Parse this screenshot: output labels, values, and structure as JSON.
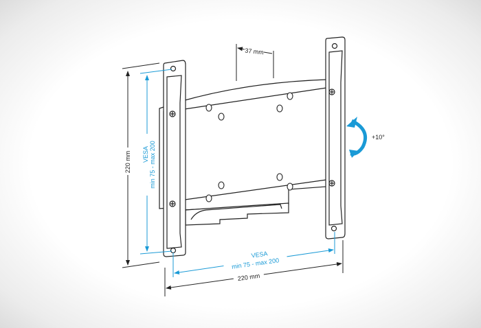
{
  "title": "Wall mount bracket dimensions",
  "dimensions": {
    "depth": "37 mm",
    "height": "220 mm",
    "width": "220 mm",
    "vesa_vertical_title": "VESA",
    "vesa_vertical_range": "min 75 - max 200",
    "vesa_horizontal_title": "VESA",
    "vesa_horizontal_range": "min 75 - max 200",
    "tilt": "+10°"
  },
  "colors": {
    "accent": "#1a9ad6",
    "line": "#222222"
  }
}
